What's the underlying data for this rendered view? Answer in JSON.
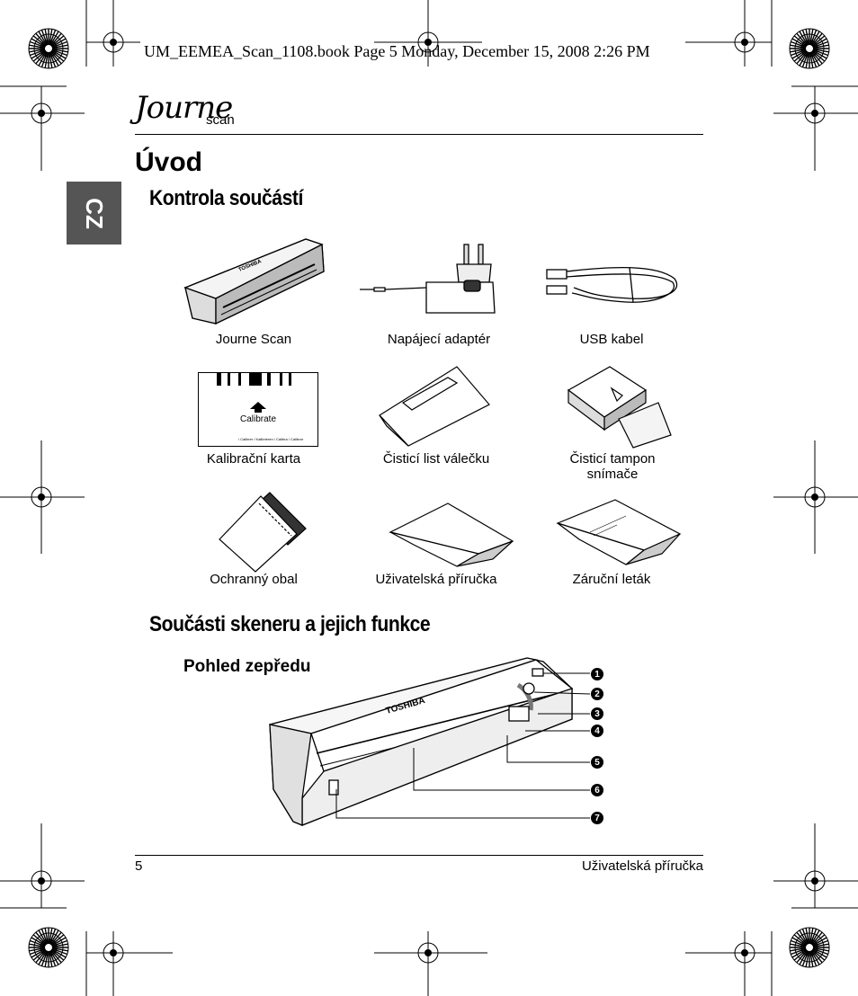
{
  "print_header": "UM_EEMEA_Scan_1108.book  Page 5  Monday, December 15, 2008  2:26 PM",
  "logo": {
    "script": "Journe",
    "sub": "scan"
  },
  "page_title": "Úvod",
  "lang_tab": "CZ",
  "section1": {
    "heading": "Kontrola součástí",
    "items": [
      {
        "label": "Journe Scan"
      },
      {
        "label": "Napájecí adaptér"
      },
      {
        "label": "USB kabel"
      },
      {
        "label": "Kalibrační karta"
      },
      {
        "label": "Čisticí list válečku"
      },
      {
        "label": "Čisticí tampon snímače"
      },
      {
        "label": "Ochranný obal"
      },
      {
        "label": "Uživatelská příručka"
      },
      {
        "label": "Záruční leták"
      }
    ],
    "brand_small": "TOSHIBA",
    "calibrate_label": "Calibrate",
    "calibrate_footer": "/ Calibrer / Kalibrieren / Calibra / Calibrar"
  },
  "section2": {
    "heading": "Součásti skeneru a jejich funkce",
    "subheading": "Pohled zepředu",
    "brand": "TOSHIBA",
    "callouts": [
      "1",
      "2",
      "3",
      "4",
      "5",
      "6",
      "7"
    ]
  },
  "footer": {
    "page": "5",
    "title": "Uživatelská příručka"
  }
}
